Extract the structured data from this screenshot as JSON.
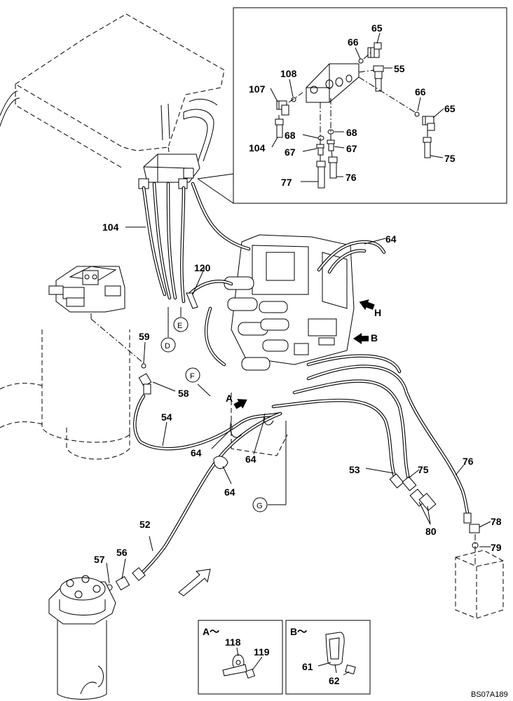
{
  "part_labels": {
    "p65a": "65",
    "p66a": "66",
    "p55": "55",
    "p108": "108",
    "p107": "107",
    "p66b": "66",
    "p65b": "65",
    "p68a": "68",
    "p68b": "68",
    "p104a": "104",
    "p67a": "67",
    "p67b": "67",
    "p75a": "75",
    "p77": "77",
    "p76a": "76",
    "p64a": "64",
    "p104b": "104",
    "p120": "120",
    "p59": "59",
    "p58": "58",
    "p54": "54",
    "p64b": "64",
    "p64c": "64",
    "p64d": "64",
    "p53": "53",
    "p75b": "75",
    "p76b": "76",
    "p78": "78",
    "p79": "79",
    "p80": "80",
    "p52": "52",
    "p57": "57",
    "p56": "56",
    "p118": "118",
    "p119": "119",
    "p61": "61",
    "p62": "62"
  },
  "view_markers": {
    "A": "A",
    "B": "B",
    "H": "H"
  },
  "circle_markers": {
    "D": "D",
    "E": "E",
    "F": "F",
    "G": "G"
  },
  "detail_views": {
    "A": "A～",
    "B": "B～"
  },
  "drawing_code": "BS07A189"
}
